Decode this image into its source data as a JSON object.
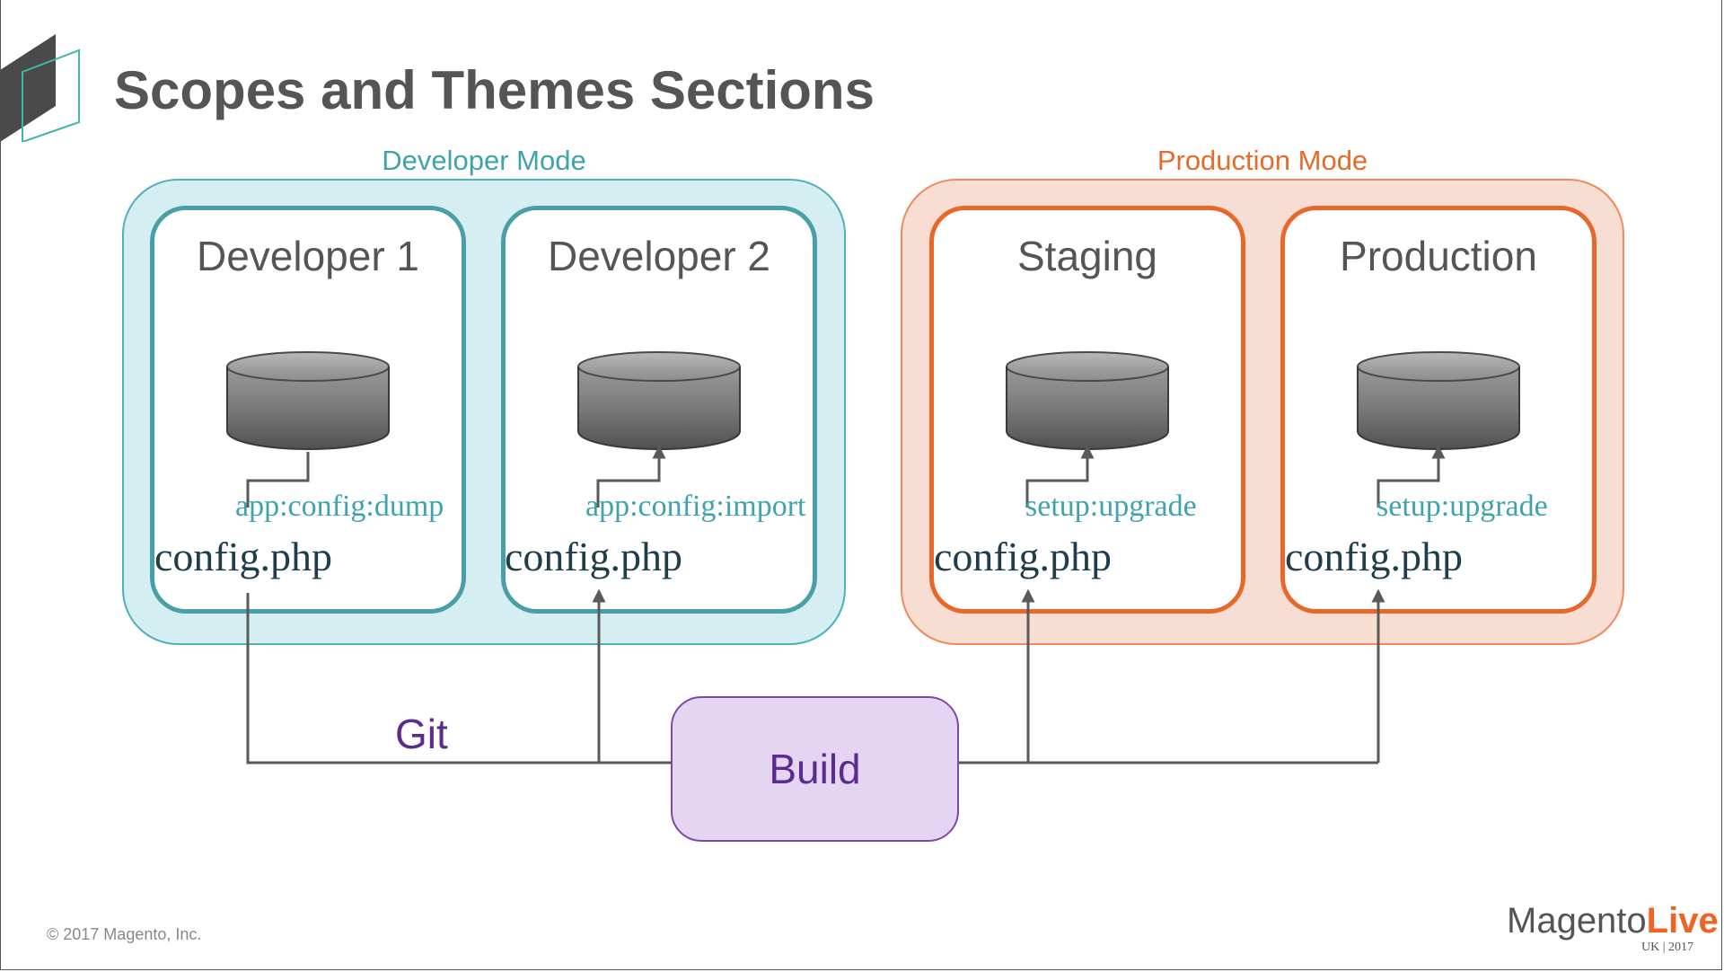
{
  "slide": {
    "title": "Scopes and Themes Sections",
    "developer_mode_label": "Developer Mode",
    "production_mode_label": "Production Mode"
  },
  "environments": [
    {
      "title": "Developer 1",
      "command": "app:config:dump",
      "config_file": "config.php"
    },
    {
      "title": "Developer 2",
      "command": "app:config:import",
      "config_file": "config.php"
    },
    {
      "title": "Staging",
      "command": "setup:upgrade",
      "config_file": "config.php"
    },
    {
      "title": "Production",
      "command": "setup:upgrade",
      "config_file": "config.php"
    }
  ],
  "flow": {
    "git_label": "Git",
    "build_label": "Build"
  },
  "footer": {
    "copyright": "© 2017 Magento, Inc.",
    "logo_magento": "Magento",
    "logo_live": "Live",
    "logo_sub": "UK | 2017"
  },
  "colors": {
    "developer_accent": "#4a9ea8",
    "developer_fill": "#d5eef2",
    "production_accent": "#e8672a",
    "production_fill": "#f7ddd2",
    "build_fill": "#e6d5f2",
    "build_text": "#5b2b8f"
  }
}
